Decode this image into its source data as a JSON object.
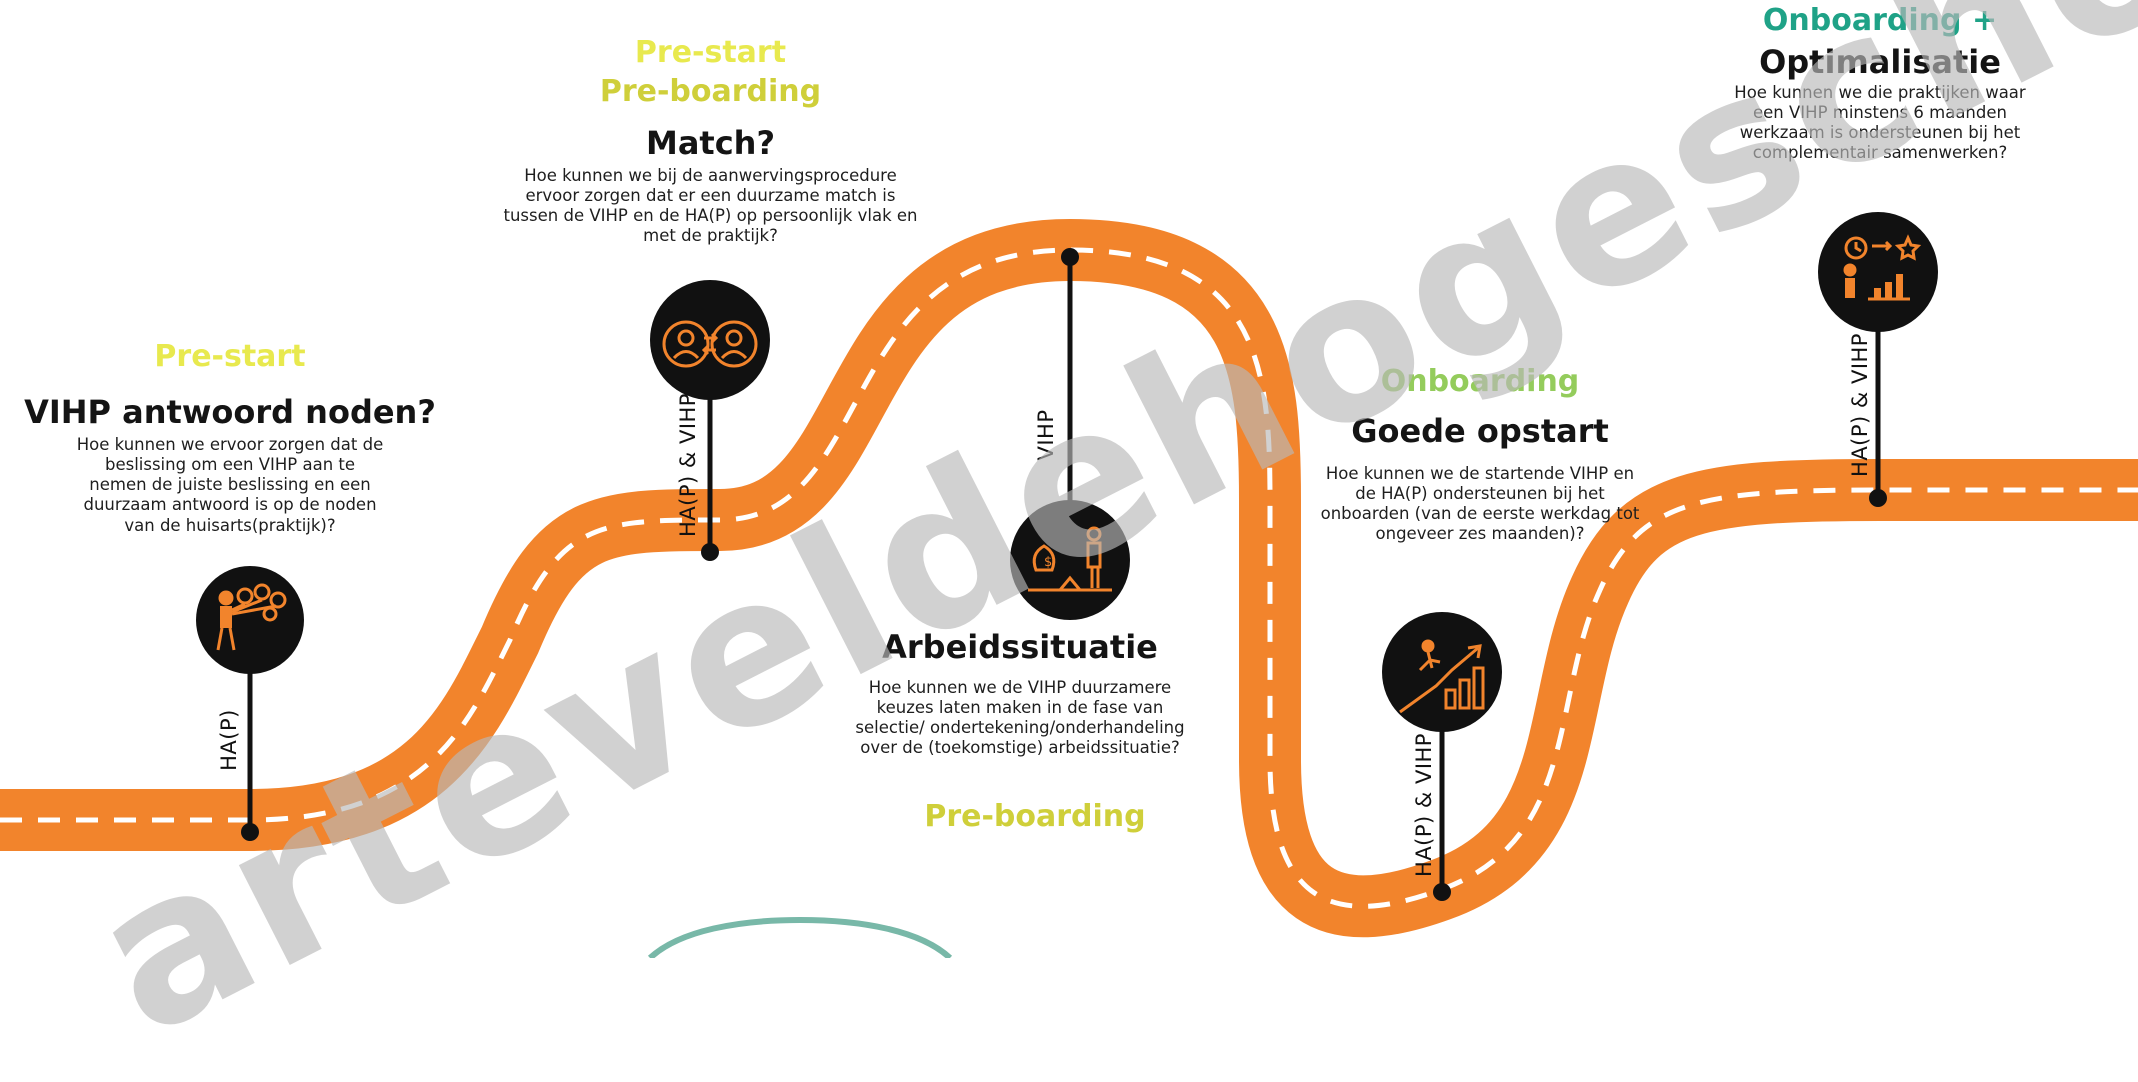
{
  "colors": {
    "road": "#F2842C",
    "dash": "#FFFFFF",
    "pin": "#111111",
    "phase_prestart": "#E8E94E",
    "phase_preboarding": "#CFCF3A",
    "phase_onboarding": "#94CC5C",
    "phase_onboarding_plus": "#1FA287",
    "watermark": "#B9B9B9",
    "circle_outline": "#78B8A8"
  },
  "stages": [
    {
      "phase": "Pre-start",
      "title": "VIHP antwoord noden?",
      "description": "Hoe kunnen we ervoor zorgen dat de beslissing om een VIHP aan te nemen de juiste beslissing en een duurzaam antwoord is op de noden van de huisarts(praktijk)?",
      "actor": "HA(P)",
      "icon": "person-decision-icon"
    },
    {
      "phase": "Pre-start",
      "phase_2": "Pre-boarding",
      "title": "Match?",
      "description": "Hoe kunnen we bij de aanwervingsprocedure ervoor zorgen dat er een duurzame match is tussen de VIHP en de HA(P) op persoonlijk vlak en met de praktijk?",
      "actor": "HA(P) & VIHP",
      "icon": "match-people-icon"
    },
    {
      "phase": "Pre-boarding",
      "title": "Arbeidssituatie",
      "description": "Hoe kunnen we de VIHP duurzamere keuzes laten maken in de fase van selectie/ ondertekening/onderhandeling over de (toekomstige) arbeidssituatie?",
      "actor": "VIHP",
      "icon": "money-balance-icon"
    },
    {
      "phase": "Onboarding",
      "title": "Goede opstart",
      "description": "Hoe kunnen we de startende VIHP en de HA(P) ondersteunen bij het onboarden (van de eerste werkdag tot ongeveer zes maanden)?",
      "actor": "HA(P) & VIHP",
      "icon": "growth-stairs-icon"
    },
    {
      "phase": "Onboarding +",
      "title": "Optimalisatie",
      "description": "Hoe kunnen we die praktijken waar een VIHP minstens 6 maanden werkzaam is ondersteunen bij het complementair samenwerken?",
      "actor": "HA(P) & VIHP",
      "icon": "optimization-chart-icon"
    }
  ],
  "watermark": "arteveldehogeschool"
}
